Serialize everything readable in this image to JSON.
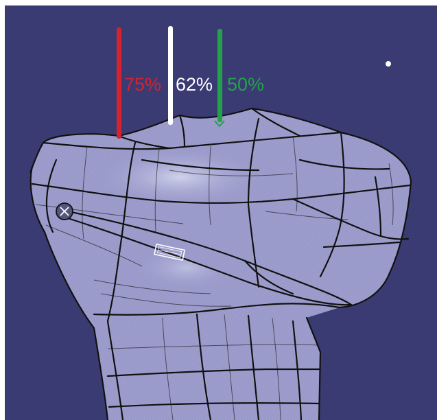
{
  "viewport": {
    "background_color": "#3b3b73"
  },
  "markers": [
    {
      "label": "75%",
      "color": "#d4222f"
    },
    {
      "label": "62%",
      "color": "#ffffff"
    },
    {
      "label": "50%",
      "color": "#22a34a"
    }
  ],
  "model": {
    "surface_color": "#9797c9",
    "highlight_color": "#d8dcf0",
    "edge_color": "#111111"
  },
  "icons": {
    "pivot": "close-circle-icon",
    "handle": "slider-handle-icon",
    "point": "point-icon"
  }
}
